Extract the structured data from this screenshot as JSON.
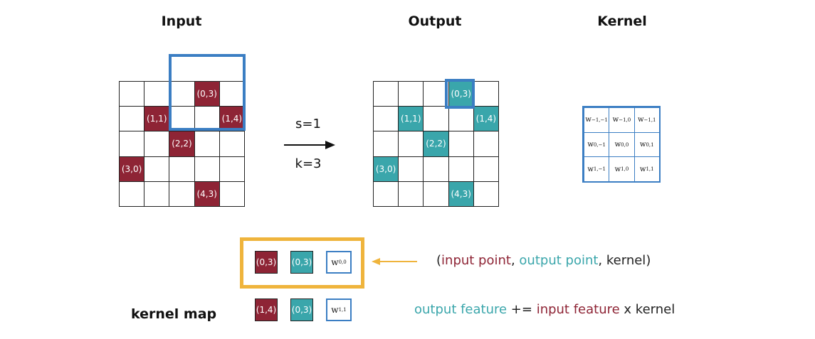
{
  "titles": {
    "input": "Input",
    "output": "Output",
    "kernel": "Kernel"
  },
  "operation": {
    "stride": "s=1",
    "kernel_size": "k=3"
  },
  "input_points": [
    {
      "row": 0,
      "col": 3,
      "label": "(0,3)"
    },
    {
      "row": 1,
      "col": 1,
      "label": "(1,1)"
    },
    {
      "row": 1,
      "col": 4,
      "label": "(1,4)"
    },
    {
      "row": 2,
      "col": 2,
      "label": "(2,2)"
    },
    {
      "row": 3,
      "col": 0,
      "label": "(3,0)"
    },
    {
      "row": 4,
      "col": 3,
      "label": "(4,3)"
    }
  ],
  "output_points": [
    {
      "row": 0,
      "col": 3,
      "label": "(0,3)"
    },
    {
      "row": 1,
      "col": 1,
      "label": "(1,1)"
    },
    {
      "row": 1,
      "col": 4,
      "label": "(1,4)"
    },
    {
      "row": 2,
      "col": 2,
      "label": "(2,2)"
    },
    {
      "row": 3,
      "col": 0,
      "label": "(3,0)"
    },
    {
      "row": 4,
      "col": 3,
      "label": "(4,3)"
    }
  ],
  "kernel_weights": [
    [
      "w",
      "−1,−1"
    ],
    [
      "w",
      "−1,0"
    ],
    [
      "w",
      "−1,1"
    ],
    [
      "w",
      "0,−1"
    ],
    [
      "w",
      "0,0"
    ],
    [
      "w",
      "0,1"
    ],
    [
      "w",
      "1,−1"
    ],
    [
      "w",
      "1,0"
    ],
    [
      "w",
      "1,1"
    ]
  ],
  "kernel_map": {
    "label": "kernel map",
    "rows": [
      {
        "input": "(0,3)",
        "output": "(0,3)",
        "w": "w",
        "w_sub": "0,0"
      },
      {
        "input": "(1,4)",
        "output": "(0,3)",
        "w": "w",
        "w_sub": "1,1"
      }
    ]
  },
  "legend": {
    "open": "(",
    "input_point": "input point",
    "comma1": ", ",
    "output_point": "output point",
    "comma2": ", ",
    "kernel": "kernel",
    "close": ")"
  },
  "formula": {
    "output_feature": "output feature",
    "op": " += ",
    "input_feature": "input feature",
    "rest": " x kernel"
  },
  "colors": {
    "input": "#8e2435",
    "output": "#3aa6ab",
    "kernel": "#3b7ec3",
    "highlight": "#efb43c"
  }
}
